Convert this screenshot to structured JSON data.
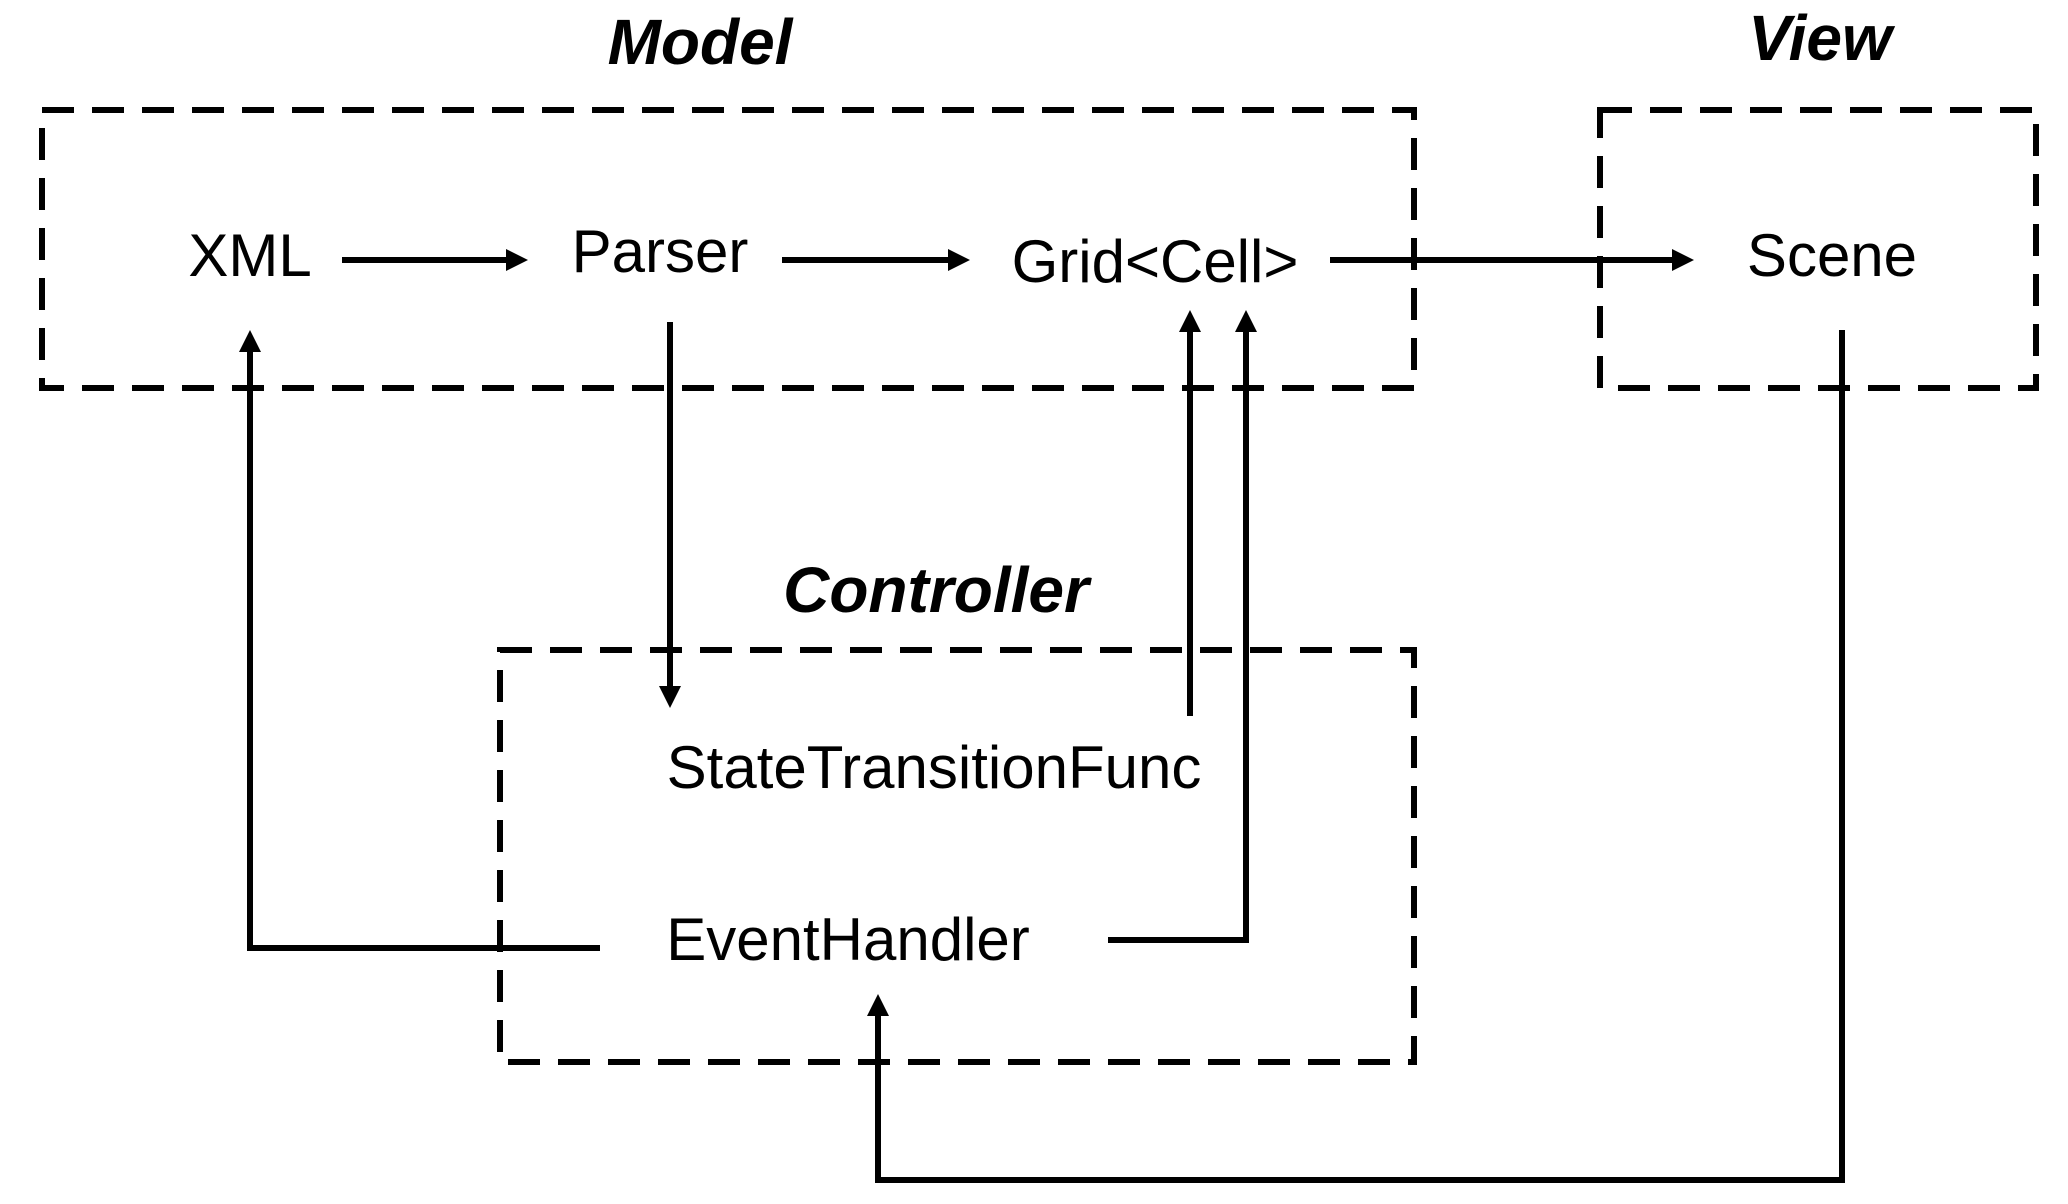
{
  "groups": {
    "model": {
      "title": "Model"
    },
    "view": {
      "title": "View"
    },
    "controller": {
      "title": "Controller"
    }
  },
  "nodes": {
    "xml": "XML",
    "parser": "Parser",
    "grid": "Grid<Cell>",
    "scene": "Scene",
    "state_transition": "StateTransitionFunc",
    "event_handler": "EventHandler"
  },
  "edges": [
    {
      "from": "XML",
      "to": "Parser"
    },
    {
      "from": "Parser",
      "to": "Grid<Cell>"
    },
    {
      "from": "Grid<Cell>",
      "to": "Scene"
    },
    {
      "from": "Parser",
      "to": "StateTransitionFunc"
    },
    {
      "from": "StateTransitionFunc",
      "to": "Grid<Cell>"
    },
    {
      "from": "EventHandler",
      "to": "Grid<Cell>"
    },
    {
      "from": "EventHandler",
      "to": "XML"
    },
    {
      "from": "Scene",
      "to": "EventHandler"
    }
  ],
  "colors": {
    "stroke": "#000000",
    "background": "#ffffff"
  }
}
